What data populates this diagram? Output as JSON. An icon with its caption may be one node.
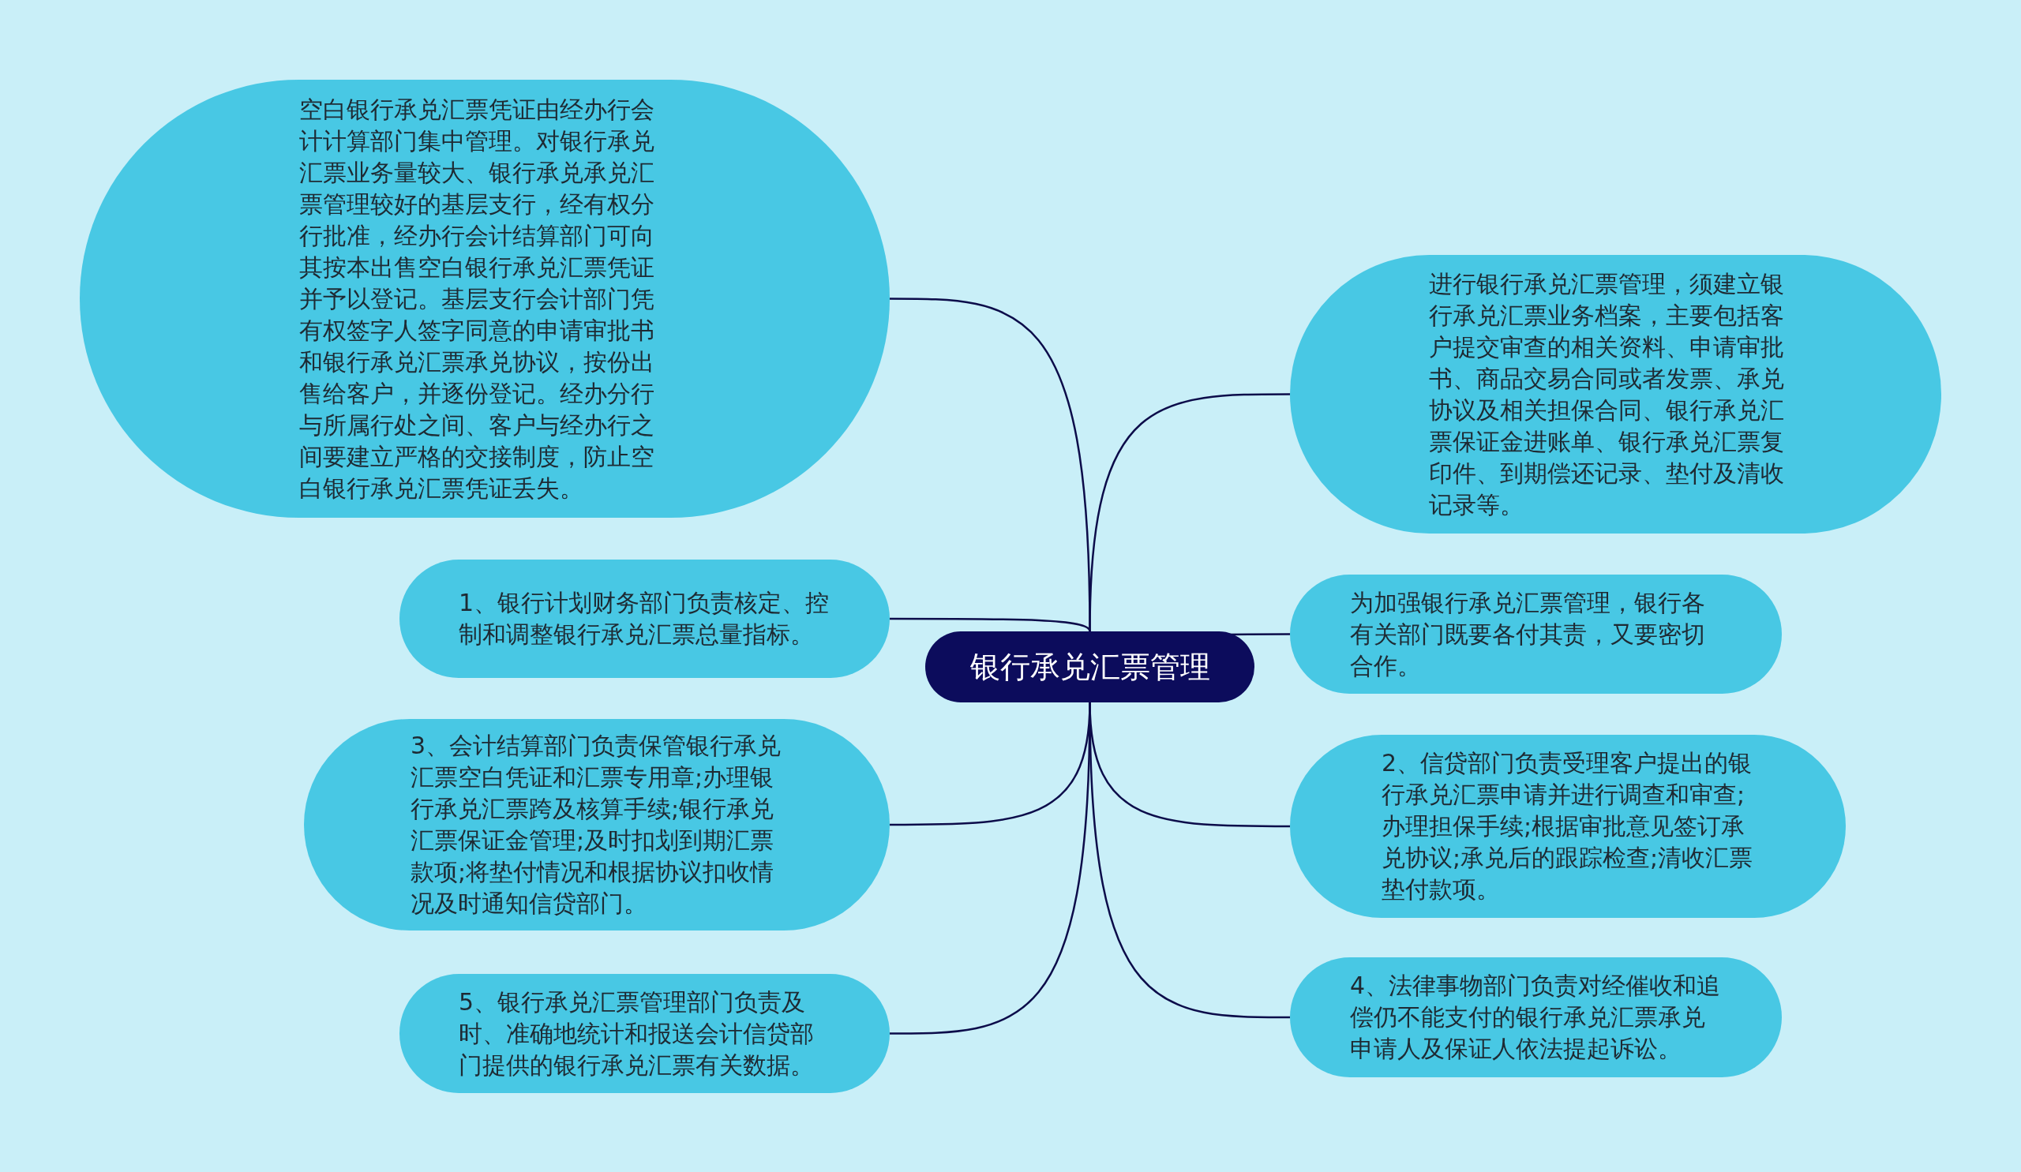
{
  "diagram": {
    "nodes": [
      {
        "text": [
          "银行承兑汇票管理"
        ]
      },
      {
        "text": [
          "空白银行承兑汇票凭证由经办行会计计算部门集中管理。对银行承兑汇票业务量较大、银行承兑承兑汇票管理较好的基层支行，经有权分行批准，经办行会计结算部门可向其按本出售空白银行承兑汇票凭证并予以登记。基层支行会计部门凭有权签字人签字同意的申请审批书和银行承兑汇票承兑协议，按份出售给客户，并逐份登记。经办分行与所属行处之间、客户与经办行之间要建立严格的交接制度，防止空白银行承兑汇票凭证丢失。"
        ]
      },
      {
        "text": [
          "1、银行计划财务部门负责核定、控制和调整银行承兑汇票总量指标。"
        ]
      },
      {
        "text": [
          "3、会计结算部门负责保管银行承兑汇票空白凭证和汇票专用章;办理银行承兑汇票跨及核算手续;银行承兑汇票保证金管理;及时扣划到期汇票款项;将垫付情况和根据协议扣收情况及时通知信贷部门。"
        ]
      },
      {
        "text": [
          "5、银行承兑汇票管理部门负责及时、准确地统计和报送会计信贷部门提供的银行承兑汇票有关数据。"
        ]
      },
      {
        "text": [
          "进行银行承兑汇票管理，须建立银行承兑汇票业务档案，主要包括客户提交审查的相关资料、申请审批书、商品交易合同或者发票、承兑协议及相关担保合同、银行承兑汇票保证金进账单、银行承兑汇票复印件、到期偿还记录、垫付及清收记录等。"
        ]
      },
      {
        "text": [
          "为加强银行承兑汇票管理，银行各有关部门既要各付其责，又要密切合作。"
        ]
      },
      {
        "text": [
          "2、信贷部门负责受理客户提出的银行承兑汇票申请并进行调查和审查;办理担保手续;根据审批意见签订承兑协议;承兑后的跟踪检查;清收汇票垫付款项。"
        ]
      },
      {
        "text": [
          "4、法律事物部门负责对经催收和追偿仍不能支付的银行承兑汇票承兑申请人及保证人依法提起诉讼。"
        ]
      }
    ],
    "edges": [
      {
        "from": 0,
        "to": 1,
        "arrow": "none"
      },
      {
        "from": 0,
        "to": 2,
        "arrow": "none"
      },
      {
        "from": 0,
        "to": 3,
        "arrow": "none"
      },
      {
        "from": 0,
        "to": 4,
        "arrow": "none"
      },
      {
        "from": 0,
        "to": 5,
        "arrow": "none"
      },
      {
        "from": 0,
        "to": 6,
        "arrow": "none"
      },
      {
        "from": 0,
        "to": 7,
        "arrow": "none"
      },
      {
        "from": 0,
        "to": 8,
        "arrow": "none"
      }
    ]
  }
}
